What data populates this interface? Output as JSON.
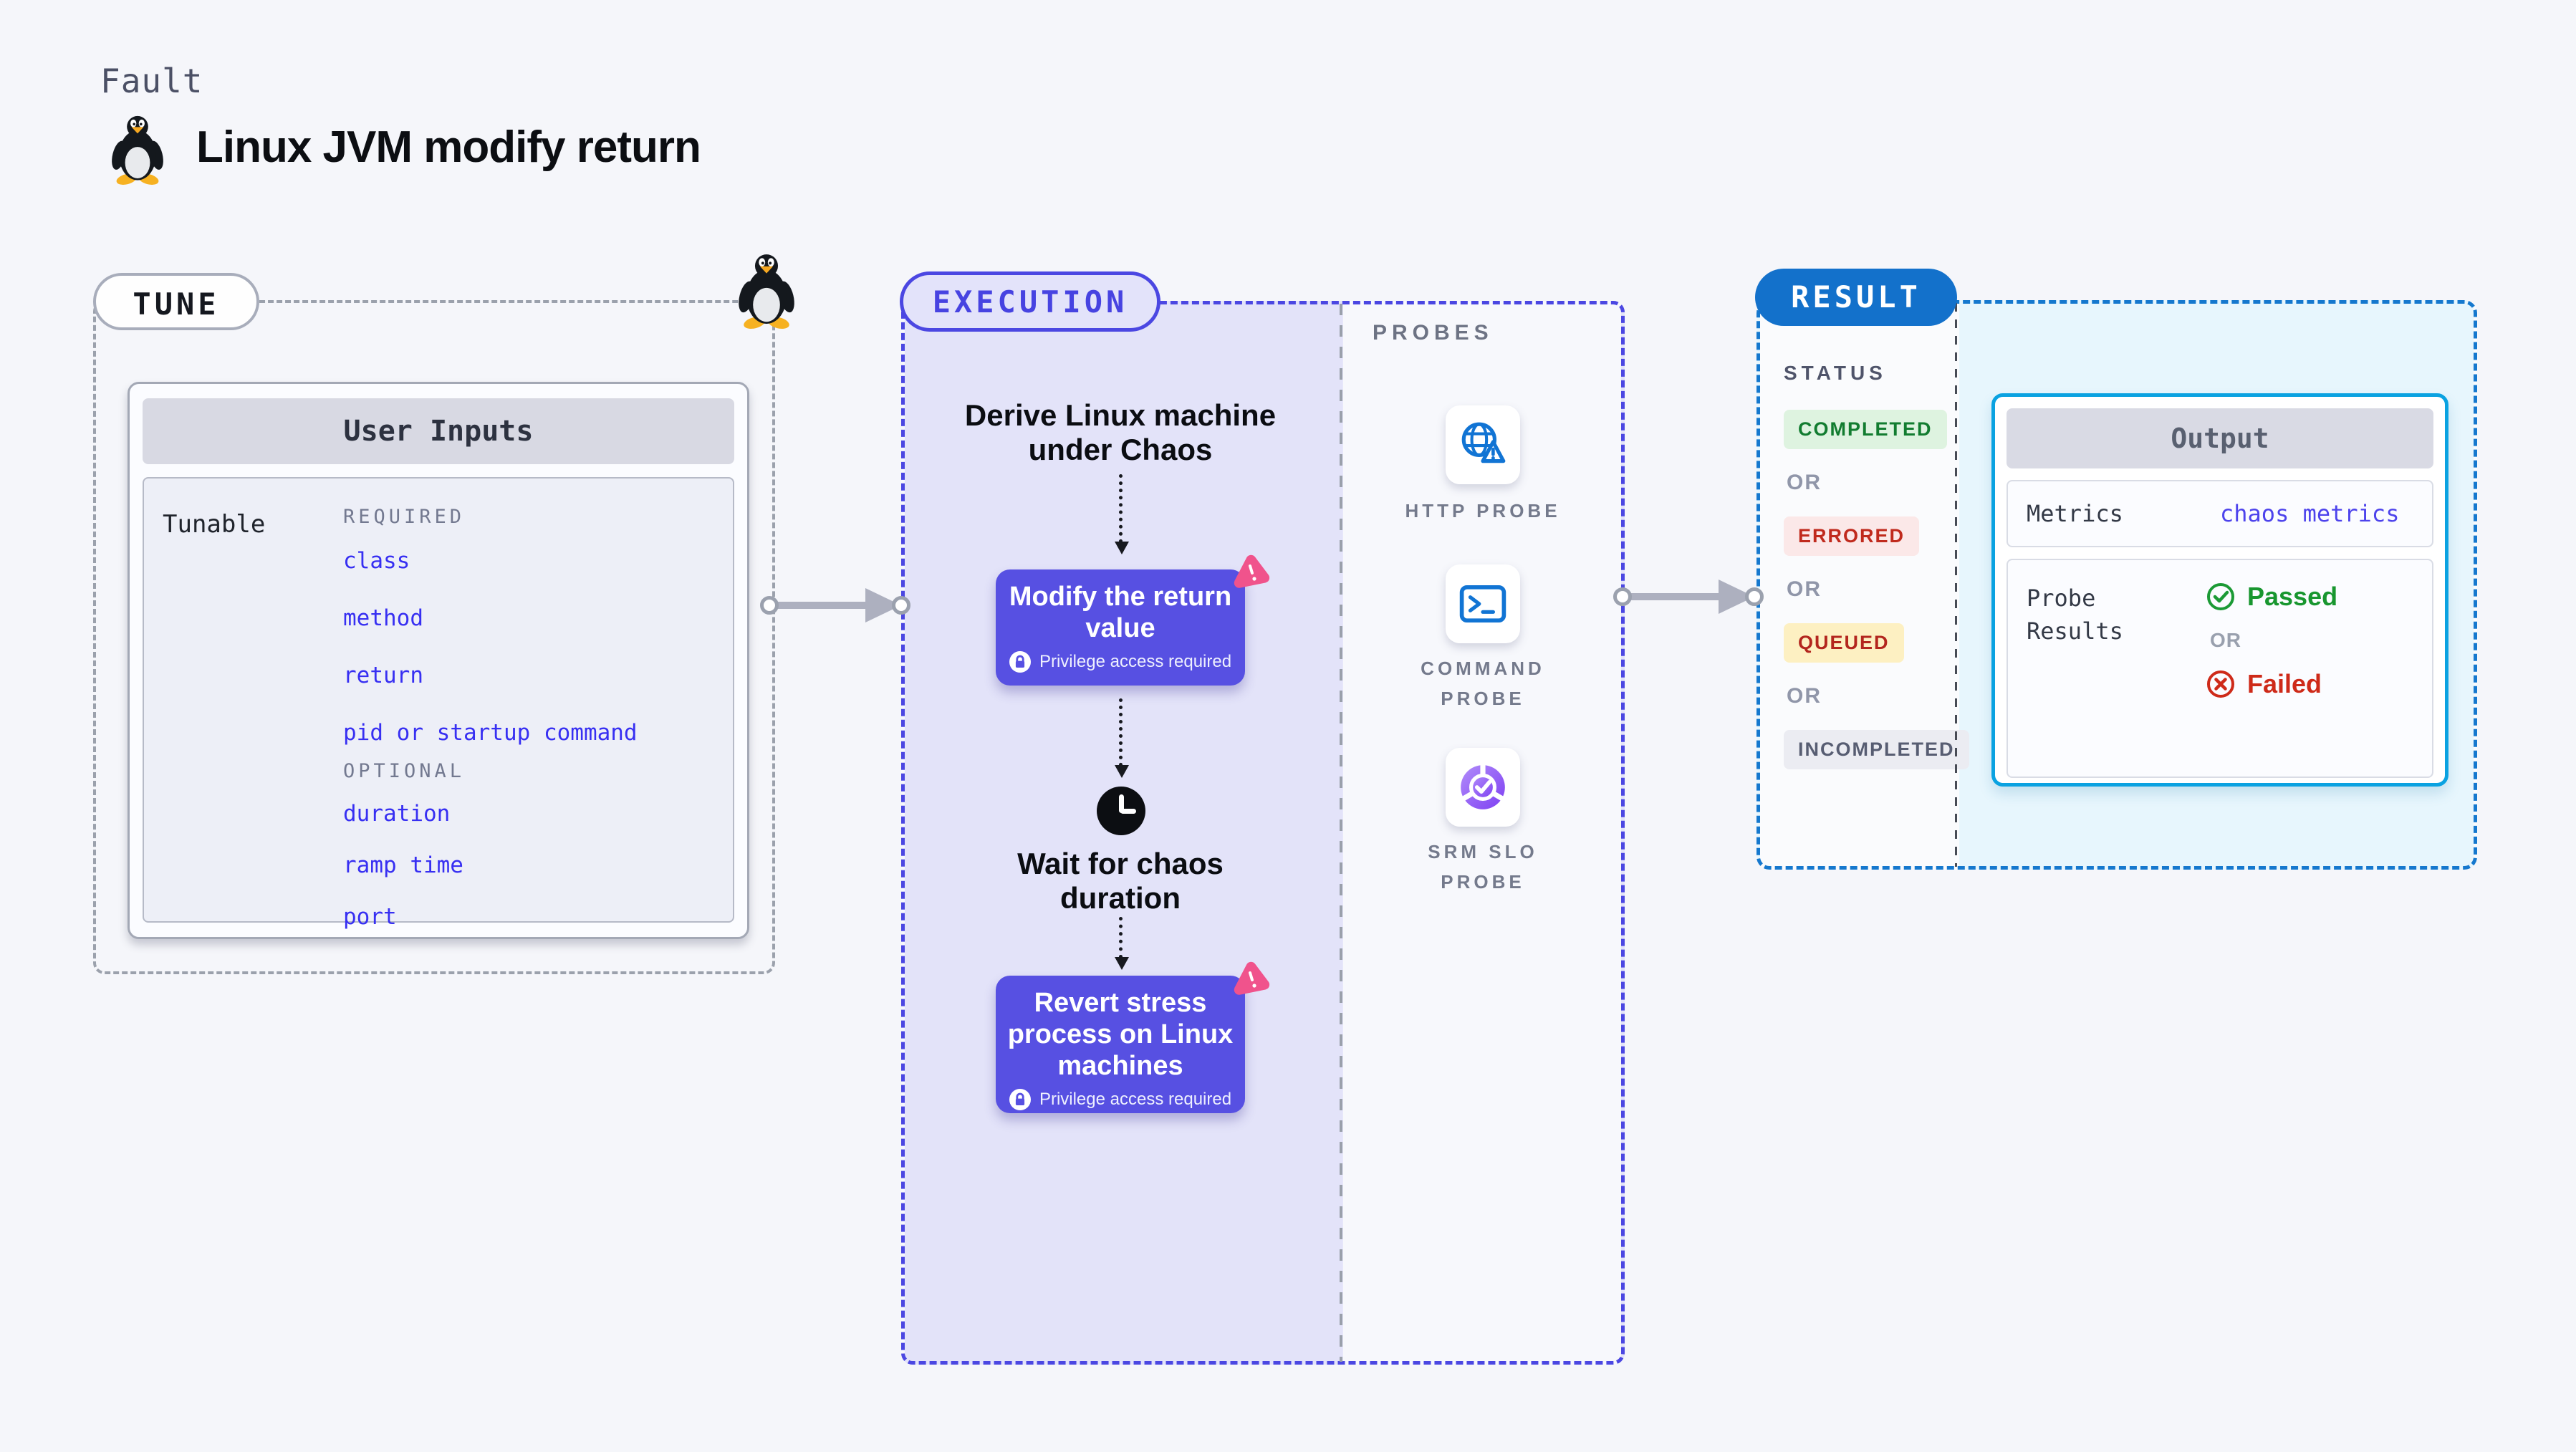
{
  "page": {
    "eyebrow": "Fault",
    "title": "Linux JVM modify return"
  },
  "colors": {
    "accent_execution": "#4b47e2",
    "accent_result": "#1371cb",
    "accent_output_border": "#0aa2e1",
    "tunable_link": "#372ff2",
    "passed_green": "#18962f",
    "failed_red": "#ce2a19",
    "chaos_step_bg": "#5750e2",
    "chaos_logo_pink": "#f0538c",
    "probe_icon_blue": "#1174d4",
    "probe_icon_purple": "#7e3ff2"
  },
  "tune": {
    "badge": "TUNE",
    "card_title": "User Inputs",
    "row_label": "Tunable",
    "required_label": "REQUIRED",
    "required_items": [
      "class",
      "method",
      "return",
      "pid or startup command"
    ],
    "optional_label": "OPTIONAL",
    "optional_items": [
      "duration",
      "ramp time",
      "port"
    ]
  },
  "execution": {
    "badge": "EXECUTION",
    "derive_text": "Derive Linux machine under Chaos",
    "step1_title": "Modify the return value",
    "wait_text": "Wait for chaos duration",
    "step2_title": "Revert stress process on Linux machines",
    "privilege_label": "Privilege access required"
  },
  "probes": {
    "label": "PROBES",
    "items": [
      {
        "label": "HTTP PROBE",
        "icon": "globe-alert-icon"
      },
      {
        "label": "COMMAND PROBE",
        "icon": "terminal-icon"
      },
      {
        "label": "SRM SLO PROBE",
        "icon": "slo-donut-check-icon"
      }
    ]
  },
  "result": {
    "badge": "RESULT",
    "status_label": "STATUS",
    "or_label": "OR",
    "statuses": [
      {
        "label": "COMPLETED",
        "bg": "#def3e0",
        "fg": "#127c30"
      },
      {
        "label": "ERRORED",
        "bg": "#fbe8e8",
        "fg": "#c02a1d"
      },
      {
        "label": "QUEUED",
        "bg": "#fdf0c2",
        "fg": "#b3261e"
      },
      {
        "label": "INCOMPLETED",
        "bg": "#ebecf2",
        "fg": "#575d72"
      }
    ],
    "output": {
      "title": "Output",
      "metrics_label": "Metrics",
      "metrics_value": "chaos metrics",
      "probe_results_label": "Probe Results",
      "passed_label": "Passed",
      "or_label": "OR",
      "failed_label": "Failed"
    }
  }
}
